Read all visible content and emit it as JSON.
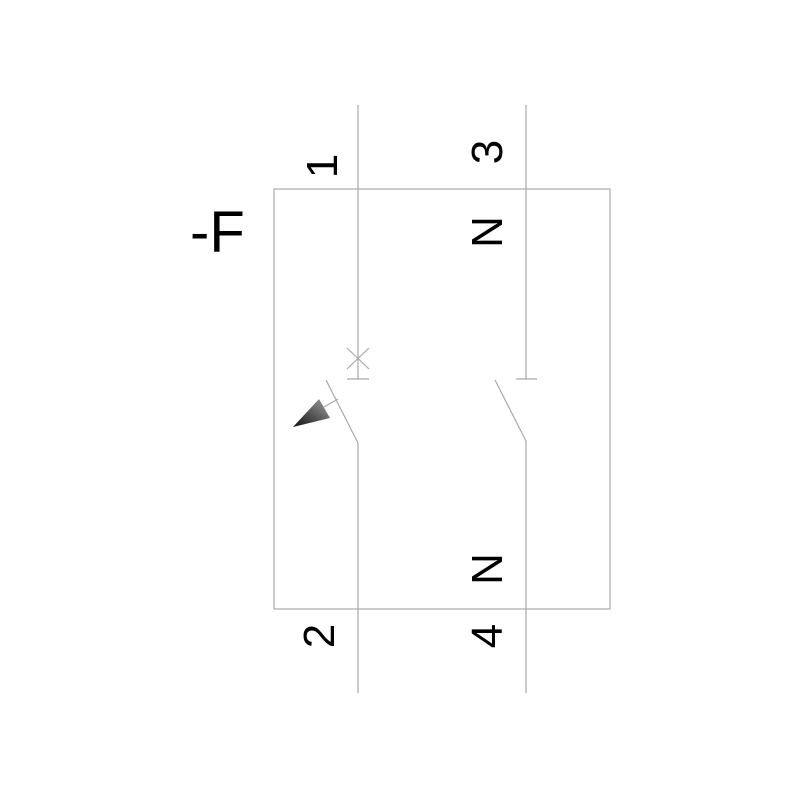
{
  "diagram": {
    "type": "circuit-breaker-1p-n-schematic",
    "designation": "-F",
    "colors": {
      "line": "#a9a9a9",
      "text": "#000000",
      "arrow_dark": "#1a1a1a",
      "arrow_light": "#9a9a9a",
      "background": "#ffffff"
    },
    "poles": [
      {
        "id": "phase",
        "top_terminal": "1",
        "bottom_terminal": "2",
        "has_trip_mark": true,
        "has_trip_arrow": true
      },
      {
        "id": "neutral",
        "top_terminal": "3",
        "bottom_terminal": "4",
        "top_marker": "N",
        "bottom_marker": "N",
        "has_trip_mark": false,
        "has_trip_arrow": false
      }
    ]
  }
}
